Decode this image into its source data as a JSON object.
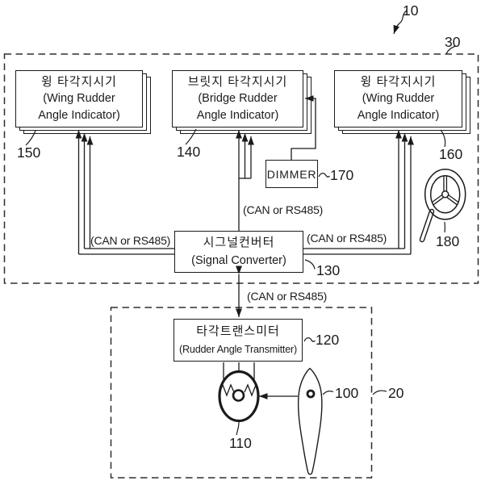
{
  "diagram": {
    "refs": {
      "system": "10",
      "indicator_unit": "30",
      "wing_left": "150",
      "bridge": "140",
      "wing_right": "160",
      "dimmer": "170",
      "converter": "130",
      "transmitter": "120",
      "potentiometer": "110",
      "rudder": "100",
      "transmitter_unit": "20",
      "steering_wheel": "180"
    },
    "boxes": {
      "wing_left": {
        "line1": "윙 타각지시기",
        "line2": "(Wing Rudder",
        "line3": "Angle Indicator)"
      },
      "bridge": {
        "line1": "브릿지 타각지시기",
        "line2": "(Bridge Rudder",
        "line3": "Angle Indicator)"
      },
      "wing_right": {
        "line1": "윙 타각지시기",
        "line2": "(Wing Rudder",
        "line3": "Angle Indicator)"
      },
      "dimmer": {
        "line1": "DIMMER"
      },
      "converter": {
        "line1": "시그널컨버터",
        "line2": "(Signal Converter)"
      },
      "transmitter": {
        "line1": "타각트랜스미터",
        "line2": "(Rudder Angle Transmitter)"
      }
    },
    "bus_labels": {
      "left": "(CAN or RS485)",
      "middle": "(CAN or RS485)",
      "right": "(CAN or RS485)",
      "bottom": "(CAN or RS485)"
    },
    "colors": {
      "line": "#1b1b1b",
      "background": "#ffffff"
    }
  }
}
